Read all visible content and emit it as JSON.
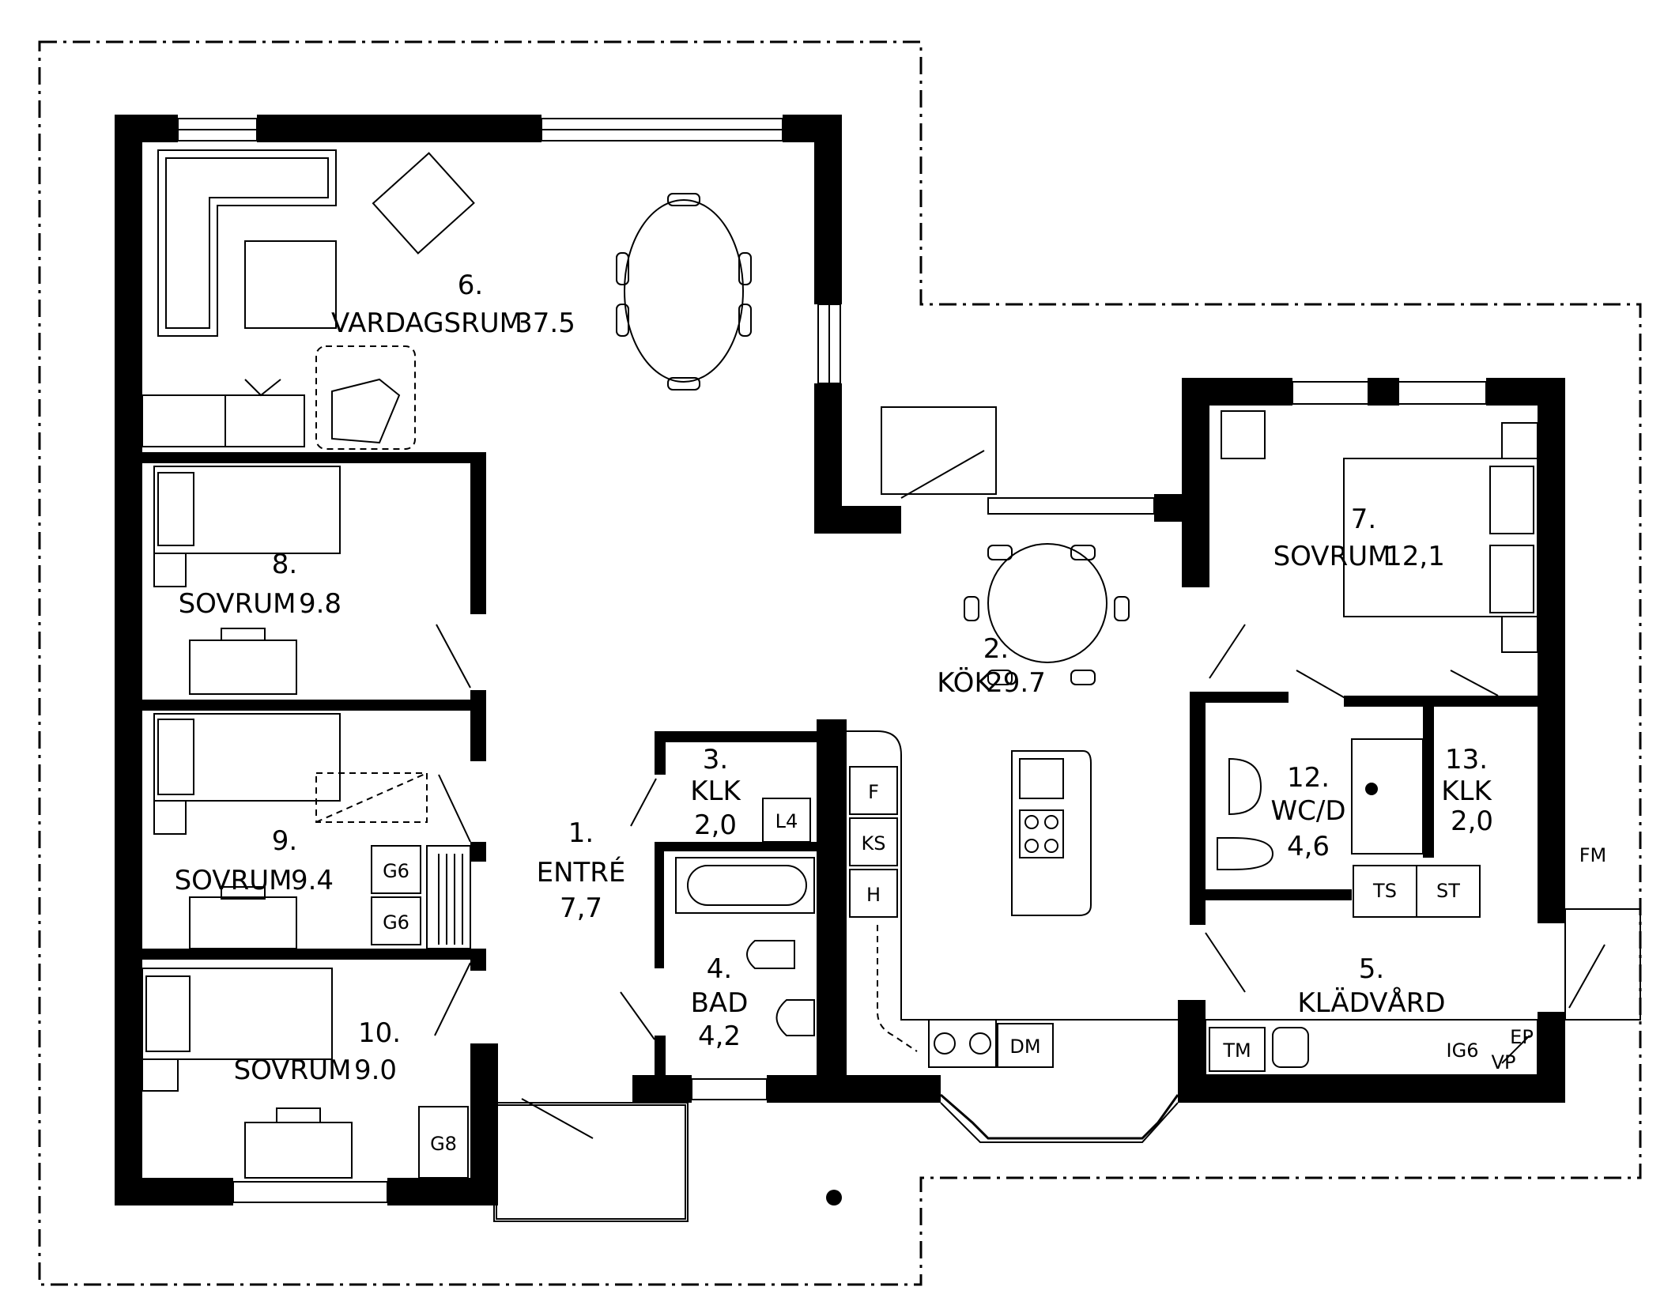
{
  "rooms": [
    {
      "number": "1.",
      "name": "ENTRÉ",
      "area": "7,7"
    },
    {
      "number": "2.",
      "name": "KÖK",
      "area": "29.7"
    },
    {
      "number": "3.",
      "name": "KLK",
      "area": "2,0"
    },
    {
      "number": "4.",
      "name": "BAD",
      "area": "4,2"
    },
    {
      "number": "5.",
      "name": "KLÄDVÅRD",
      "area": ""
    },
    {
      "number": "6.",
      "name": "VARDAGSRUM",
      "area": "37.5"
    },
    {
      "number": "7.",
      "name": "SOVRUM",
      "area": "12,1"
    },
    {
      "number": "8.",
      "name": "SOVRUM",
      "area": "9.8"
    },
    {
      "number": "9.",
      "name": "SOVRUM",
      "area": "9.4"
    },
    {
      "number": "10.",
      "name": "SOVRUM",
      "area": "9.0"
    },
    {
      "number": "12.",
      "name": "WC/D",
      "area": "4,6"
    },
    {
      "number": "13.",
      "name": "KLK",
      "area": "2,0"
    }
  ],
  "fixtures": {
    "l4": "L4",
    "f": "F",
    "ks": "KS",
    "h": "H",
    "g6": "G6",
    "g8": "G8",
    "dm": "DM",
    "tm": "TM",
    "ig6": "IG6",
    "ep": "EP",
    "vp": "VP",
    "ts": "TS",
    "st": "ST",
    "fm": "FM"
  },
  "colors": {
    "ink": "#000000",
    "paper": "#ffffff"
  }
}
